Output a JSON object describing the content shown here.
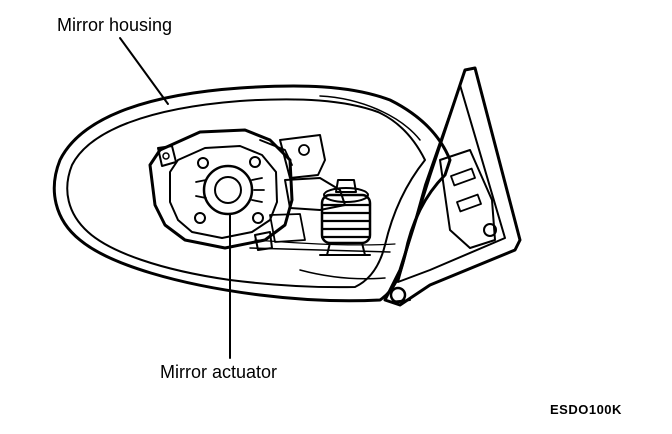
{
  "labels": {
    "mirror_housing": "Mirror housing",
    "mirror_actuator": "Mirror actuator"
  },
  "figure_code": "ESDO100K",
  "colors": {
    "ink": "#000000",
    "paper": "#ffffff"
  }
}
